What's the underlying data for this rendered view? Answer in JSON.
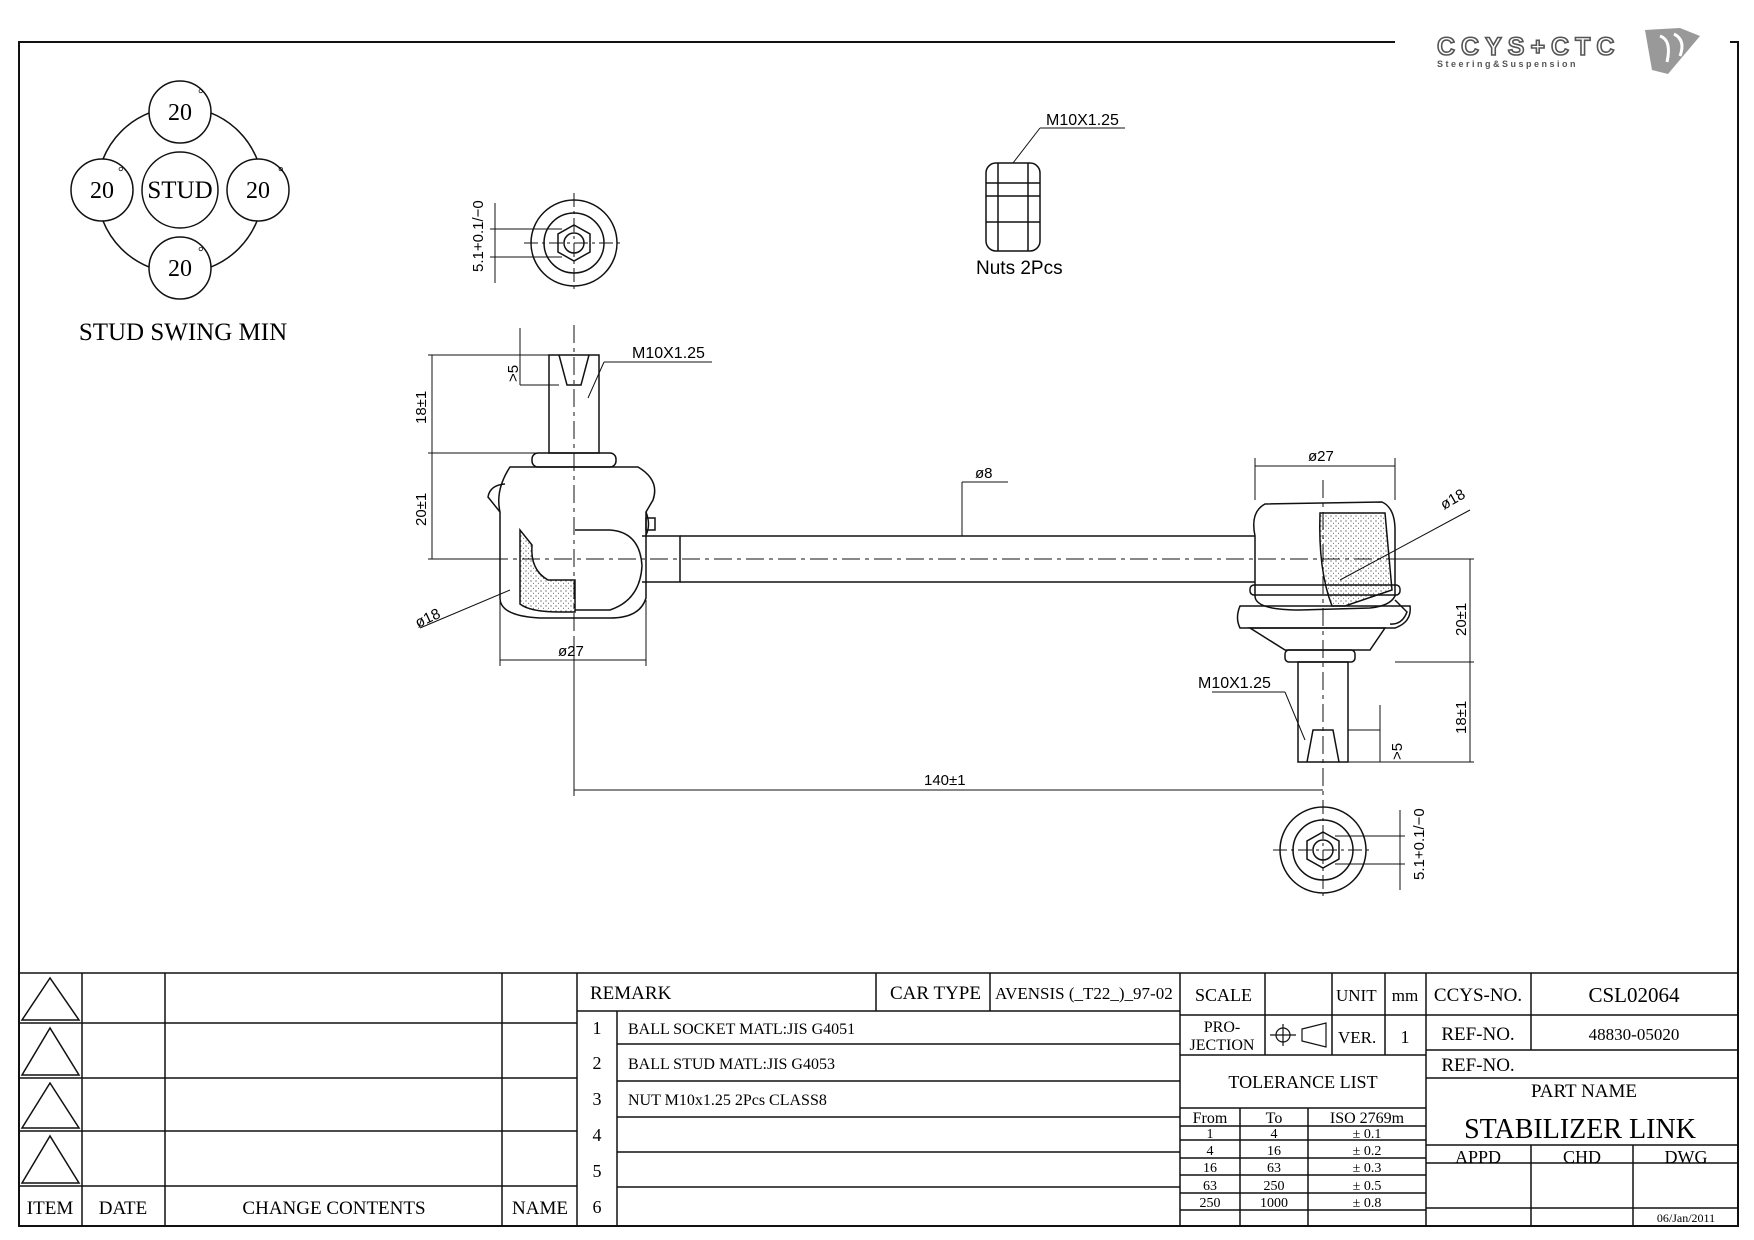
{
  "logo": {
    "brand": "CCYS+CTC",
    "tagline": "Steering&Suspension"
  },
  "stud_swing": {
    "center": "STUD",
    "angles": [
      "20",
      "20",
      "20",
      "20"
    ],
    "degree": "°",
    "caption": "STUD SWING MIN"
  },
  "nut": {
    "thread": "M10X1.25",
    "caption": "Nuts  2Pcs"
  },
  "dims": {
    "top_hex": "5.1+0.1/−0",
    "left_ge5": ">5",
    "left_thread": "M10X1.25",
    "left_18": "18±1",
    "left_20": "20±1",
    "rod_dia": "ø8",
    "right_dia27": "ø27",
    "right_ball": "ø18",
    "left_ball": "ø18",
    "left_dia27": "ø27",
    "right_20": "20±1",
    "right_thread": "M10X1.25",
    "right_18": "18±1",
    "right_ge5": ">5",
    "length": "140±1",
    "bottom_hex": "5.1+0.1/−0"
  },
  "title_block": {
    "change_headers": [
      "ITEM",
      "DATE",
      "CHANGE CONTENTS",
      "NAME"
    ],
    "remark_label": "REMARK",
    "car_type_label": "CAR TYPE",
    "car_type": "AVENSIS (_T22_)_97-02",
    "remarks": [
      {
        "no": "1",
        "text": "BALL SOCKET MATL:JIS G4051"
      },
      {
        "no": "2",
        "text": "BALL STUD MATL:JIS G4053"
      },
      {
        "no": "3",
        "text": "NUT M10x1.25 2Pcs CLASS8"
      },
      {
        "no": "4",
        "text": ""
      },
      {
        "no": "5",
        "text": ""
      },
      {
        "no": "6",
        "text": ""
      }
    ],
    "scale_label": "SCALE",
    "unit_label": "UNIT",
    "unit": "mm",
    "projection_label_1": "PRO-",
    "projection_label_2": "JECTION",
    "ver_label": "VER.",
    "ver": "1",
    "tolerance_title": "TOLERANCE LIST",
    "tolerance_headers": [
      "From",
      "To",
      "ISO 2769m"
    ],
    "tolerance_rows": [
      [
        "1",
        "4",
        "± 0.1"
      ],
      [
        "4",
        "16",
        "± 0.2"
      ],
      [
        "16",
        "63",
        "± 0.3"
      ],
      [
        "63",
        "250",
        "± 0.5"
      ],
      [
        "250",
        "1000",
        "± 0.8"
      ]
    ],
    "ccys_no_label": "CCYS-NO.",
    "ccys_no": "CSL02064",
    "ref_no_label": "REF-NO.",
    "ref_no": "48830-05020",
    "ref_no2_label": "REF-NO.",
    "ref_no2": "",
    "part_name_label": "PART NAME",
    "part_name": "STABILIZER LINK",
    "approval_headers": [
      "APPD",
      "CHD",
      "DWG"
    ],
    "date": "06/Jan/2011"
  }
}
